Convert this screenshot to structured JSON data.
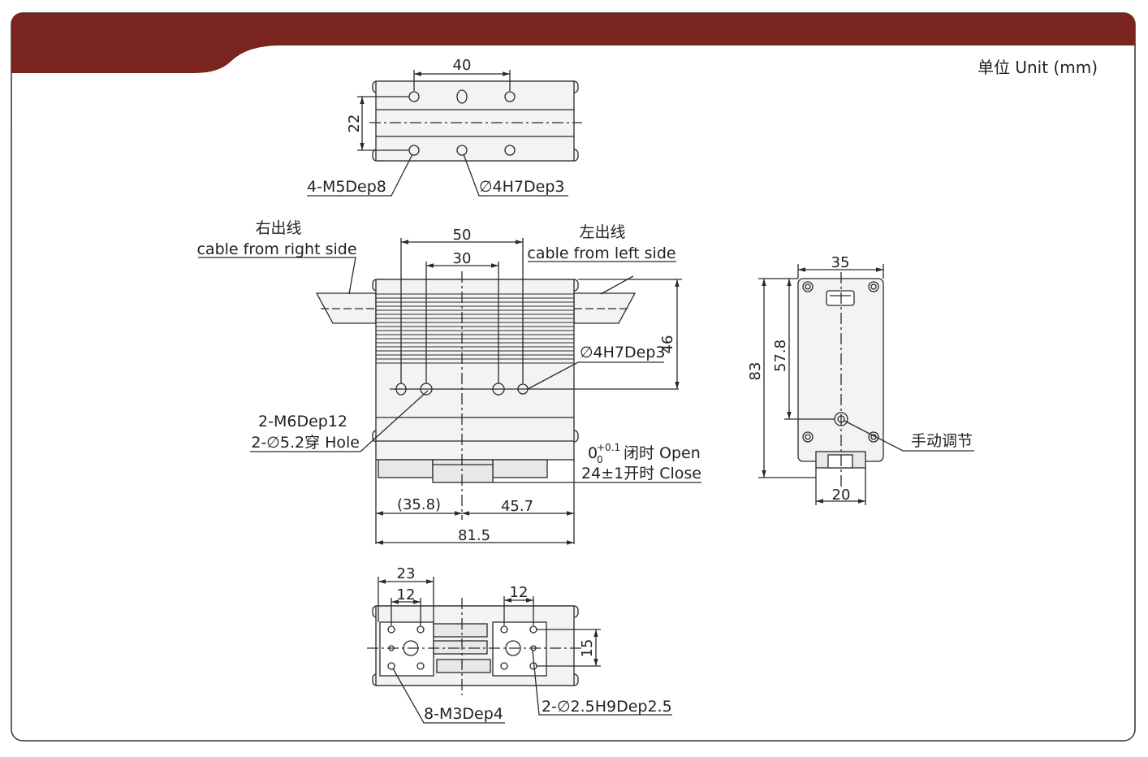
{
  "header": {
    "unit_label": "单位 Unit (mm)"
  },
  "colors": {
    "header_bar": "#7a2420",
    "line": "#2a2a2a",
    "body_fill": "#f3f3f3",
    "panel_fill": "#e8e8e8"
  },
  "top_view": {
    "dim_width": "40",
    "dim_height": "22",
    "callout_mount": "4-M5Dep8",
    "callout_pin": "∅4H7Dep3"
  },
  "front_view": {
    "cable_right_cn": "右出线",
    "cable_right_en": "cable from right side",
    "cable_left_cn": "左出线",
    "cable_left_en": "cable from left side",
    "dim_outer": "50",
    "dim_inner": "30",
    "dim_height": "46",
    "callout_pin": "∅4H7Dep3",
    "callout_holes_1": "2-M6Dep12",
    "callout_holes_2": "2-∅5.2穿 Hole",
    "travel_base": "0",
    "travel_sub": "0",
    "travel_sup": "+0.1",
    "travel_open": "闭时 Open",
    "travel_close": "24±1开时 Close",
    "dim_left": "(35.8)",
    "dim_right": "45.7",
    "dim_total": "81.5"
  },
  "side_view": {
    "dim_width": "35",
    "dim_total_height": "83",
    "dim_height": "57.8",
    "dim_bottom": "20",
    "callout_knob": "手动调节"
  },
  "bottom_view": {
    "dim_23": "23",
    "dim_12_left": "12",
    "dim_12_right": "12",
    "dim_15": "15",
    "callout_screws": "8-M3Dep4",
    "callout_pins": "2-∅2.5H9Dep2.5"
  }
}
